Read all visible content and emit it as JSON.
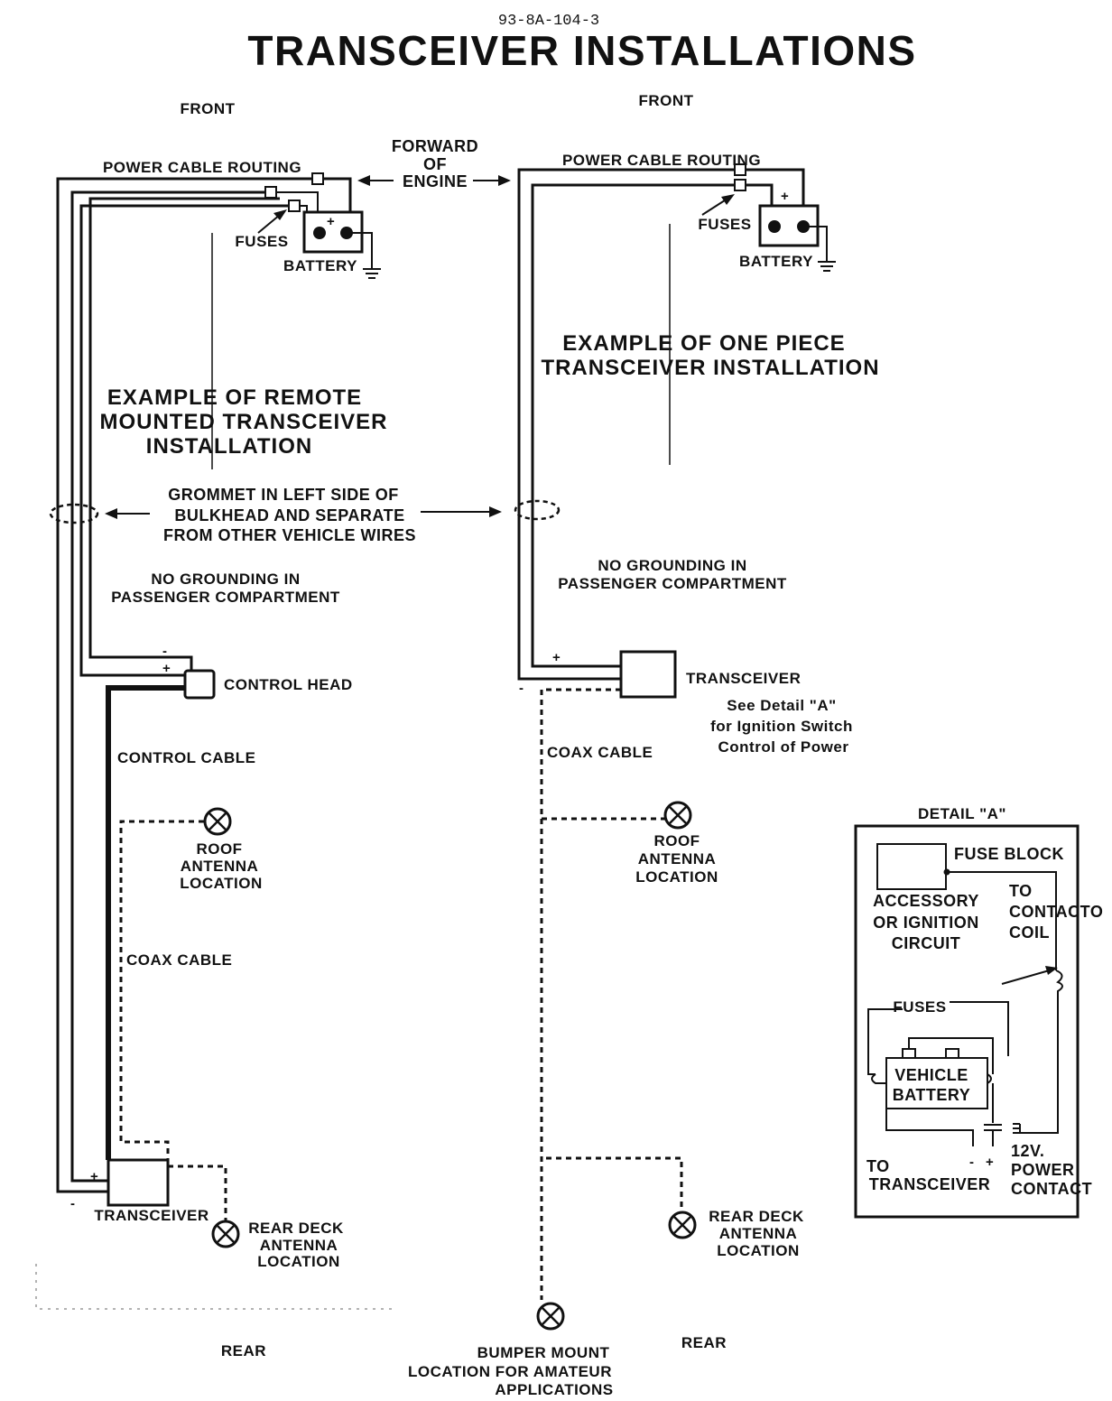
{
  "header": {
    "code": "93-8A-104-3",
    "title": "TRANSCEIVER INSTALLATIONS"
  },
  "shared": {
    "forward_of_engine": [
      "FORWARD",
      "OF",
      "ENGINE"
    ],
    "grommet_note": [
      "GROMMET IN LEFT SIDE OF",
      "BULKHEAD AND SEPARATE",
      "FROM OTHER VEHICLE WIRES"
    ]
  },
  "remote_panel": {
    "front_label": "FRONT",
    "power_cable_routing": "POWER CABLE ROUTING",
    "fuses_label": "FUSES",
    "battery_label": "BATTERY",
    "example_title": [
      "EXAMPLE OF REMOTE",
      "MOUNTED TRANSCEIVER",
      "INSTALLATION"
    ],
    "no_grounding": [
      "NO GROUNDING IN",
      "PASSENGER COMPARTMENT"
    ],
    "control_head": "CONTROL HEAD",
    "control_cable": "CONTROL CABLE",
    "roof_antenna": [
      "ROOF",
      "ANTENNA",
      "LOCATION"
    ],
    "coax_cable": "COAX CABLE",
    "transceiver": "TRANSCEIVER",
    "rear_deck_antenna": [
      "REAR DECK",
      "ANTENNA",
      "LOCATION"
    ],
    "rear_label": "REAR"
  },
  "one_piece_panel": {
    "front_label": "FRONT",
    "power_cable_routing": "POWER CABLE ROUTING",
    "fuses_label": "FUSES",
    "battery_label": "BATTERY",
    "example_title": [
      "EXAMPLE OF ONE PIECE",
      "TRANSCEIVER INSTALLATION"
    ],
    "no_grounding": [
      "NO GROUNDING IN",
      "PASSENGER COMPARTMENT"
    ],
    "transceiver": "TRANSCEIVER",
    "detail_note": [
      "See Detail \"A\"",
      "for Ignition Switch",
      "Control of Power"
    ],
    "coax_cable": "COAX CABLE",
    "roof_antenna": [
      "ROOF",
      "ANTENNA",
      "LOCATION"
    ],
    "rear_deck_antenna": [
      "REAR DECK",
      "ANTENNA",
      "LOCATION"
    ],
    "bumper_mount": [
      "BUMPER MOUNT",
      "LOCATION FOR AMATEUR",
      "APPLICATIONS"
    ],
    "rear_label": "REAR"
  },
  "detail_a": {
    "title": "DETAIL \"A\"",
    "fuse_block": "FUSE BLOCK",
    "accessory": [
      "ACCESSORY",
      "OR IGNITION",
      "CIRCUIT"
    ],
    "to_contactor": [
      "TO",
      "CONTACTO",
      "COIL"
    ],
    "fuses": "FUSES",
    "vehicle_battery": [
      "VEHICLE",
      "BATTERY"
    ],
    "to_transceiver": [
      "TO",
      "TRANSCEIVER"
    ],
    "power_contact": [
      "12V.",
      "POWER",
      "CONTACT"
    ]
  },
  "signs": {
    "plus": "+",
    "minus": "-"
  }
}
